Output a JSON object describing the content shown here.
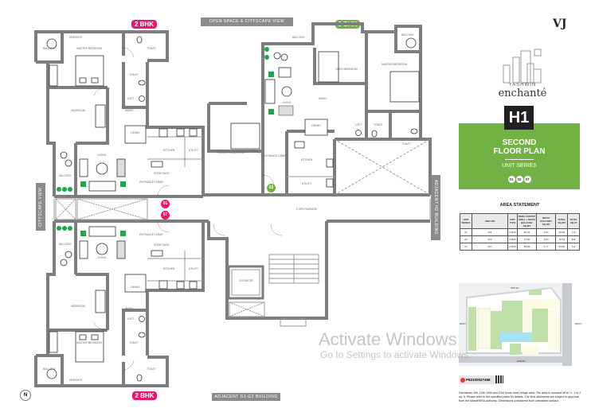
{
  "plan": {
    "top_view_label": "OPEN SPACE & CITYSCAPE VIEW",
    "bottom_view_label": "ADJACENT G1-G2 BUILDING",
    "left_view_label": "CITYSCAPE VIEW",
    "right_view_label": "ADJACENT H2 BUILDING",
    "unit_type_top_left": "2 BHK",
    "unit_type_top_right": "3 BHK",
    "unit_type_bottom": "2 BHK",
    "unit_markers": [
      "01",
      "07",
      "02"
    ],
    "passage": "2 HRS PASSAGE",
    "elevator": "ELEVATOR",
    "north": "N",
    "unit01": [
      "BALCONY",
      "MASTER BEDROOM",
      "DRESSER",
      "TOILET",
      "TOILET",
      "LOFT",
      "BEDROOM",
      "DINING",
      "KITCHEN",
      "UTILITY",
      "BALCONY",
      "LIVING",
      "ENTRANCE LOBBY",
      "SHOE RACK",
      "WASH"
    ],
    "unit07": [
      "BALCONY",
      "MASTER BEDROOM",
      "DRESSER",
      "TOILET",
      "TOILET",
      "LOFT",
      "BEDROOM",
      "DINING",
      "KITCHEN",
      "UTILITY",
      "BALCONY",
      "LIVING",
      "ENTRANCE LOBBY",
      "SHOE RACK",
      "WASH"
    ],
    "unit02": [
      "BALCONY",
      "LIVING",
      "OPEN BEDROOM",
      "MASTER BEDROOM",
      "BALCONY",
      "DINING",
      "PARENTS BEDROOM",
      "ENTRANCE LOBBY",
      "KITCHEN",
      "UTILITY",
      "LOFT",
      "TOILET",
      "TOILET",
      "WASH"
    ]
  },
  "brand": {
    "developer_logo": "VJ",
    "project_line1": "YASHWIN",
    "project_line2": "enchanté"
  },
  "sheet": {
    "code": "H1",
    "title_line1": "SECOND",
    "title_line2": "FLOOR PLAN",
    "unit_series_label": "UNIT SERIES",
    "unit_series": [
      "01",
      "02",
      "07"
    ]
  },
  "area_statement": {
    "title": "AREA STATEMENT",
    "headers": [
      "UNIT SERIES",
      "UNIT NO",
      "UNIT TYPE",
      "RERA CARPET AREA + DECK/ BALCONY SQ.MT",
      "DECK/ BALCONY SQ.MT",
      "TOTAL SQ.MT",
      "TOTAL SQ.FT"
    ],
    "rows": [
      [
        "01",
        "201",
        "2 BHK",
        "60.35",
        "5.64",
        "65.99",
        "710"
      ],
      [
        "02",
        "202",
        "3 BHK",
        "73.00",
        "5.64",
        "78.64",
        "846"
      ],
      [
        "07",
        "207",
        "2 BHK",
        "59.89",
        "6.77",
        "66.66",
        "717"
      ]
    ]
  },
  "site_plan": {
    "south": "SOUTH",
    "north": "NORTH",
    "east": "EAST",
    "west": "WEST"
  },
  "rera": {
    "number": "P52100027458"
  },
  "disclaimer": "Disclaimer: 6th, 13th, 18th and 23rd floors have refuge area. The area is rounded off to +/- 1 to 2 sq. ft. Please refer to the specified plans for details. The final allotments are subject to approval from the MahaRERA authority. Dimensions considered from unfinished surface.",
  "watermark": {
    "line1": "Activate Windows",
    "line2": "Go to Settings to activate Windows."
  },
  "colors": {
    "pink": "#e6186f",
    "green": "#72b244",
    "wall": "#7c7d7f"
  }
}
